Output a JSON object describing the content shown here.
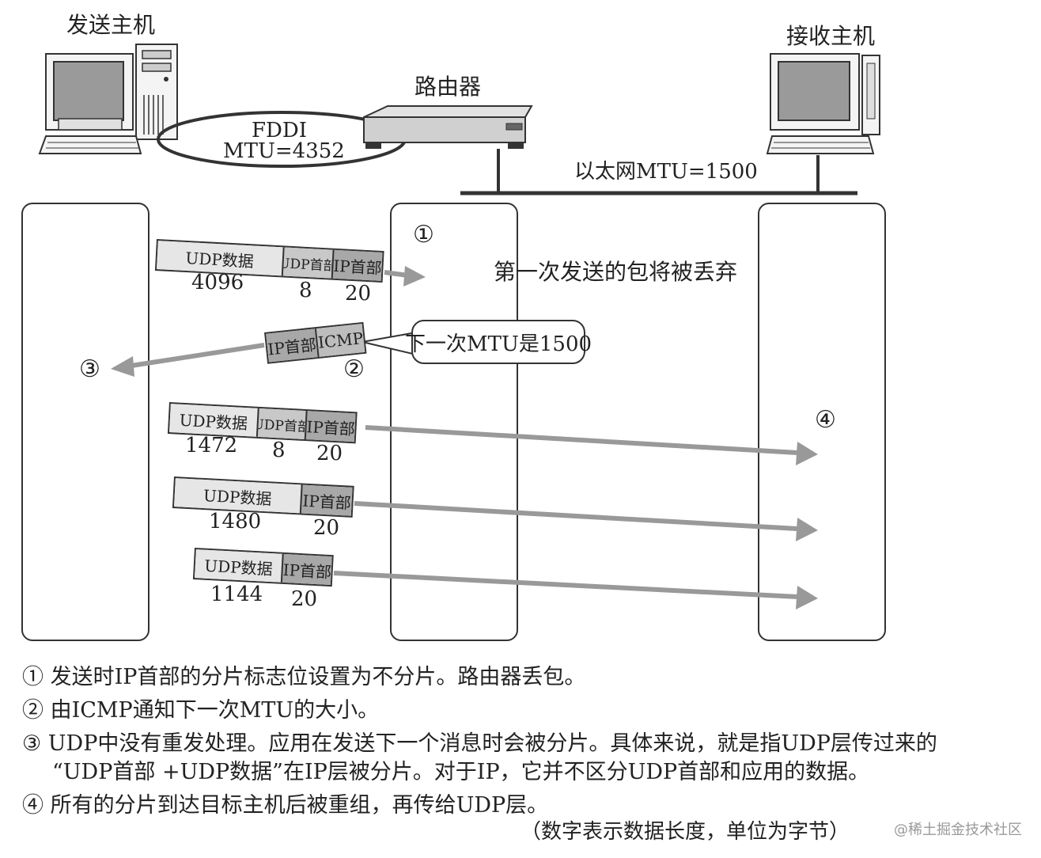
{
  "labels": {
    "sender": "发送主机",
    "receiver": "接收主机",
    "router": "路由器",
    "fddi": "FDDI",
    "fddi_mtu": "MTU=4352",
    "ethernet": "以太网MTU=1500",
    "discard": "第一次发送的包将被丢弃",
    "bubble": "下一次MTU是1500",
    "step1": "①",
    "step2": "②",
    "step3": "③",
    "step4": "④"
  },
  "packets": {
    "p1": {
      "data": "UDP数据",
      "udp": "UDP首部",
      "ip": "IP首部",
      "n_data": "4096",
      "n_udp": "8",
      "n_ip": "20"
    },
    "icmp": {
      "ip": "IP首部",
      "icmp": "ICMP"
    },
    "p2": {
      "data": "UDP数据",
      "udp": "UDP首部",
      "ip": "IP首部",
      "n_data": "1472",
      "n_udp": "8",
      "n_ip": "20"
    },
    "p3": {
      "data": "UDP数据",
      "ip": "IP首部",
      "n_data": "1480",
      "n_ip": "20"
    },
    "p4": {
      "data": "UDP数据",
      "ip": "IP首部",
      "n_data": "1144",
      "n_ip": "20"
    }
  },
  "notes": [
    "① 发送时IP首部的分片标志位设置为不分片。路由器丢包。",
    "② 由ICMP通知下一次MTU的大小。",
    "③ UDP中没有重发处理。应用在发送下一个消息时会被分片。具体来说，就是指UDP层传过来的",
    "“UDP首部 +UDP数据”在IP层被分片。对于IP，它并不区分UDP首部和应用的数据。",
    "④ 所有的分片到达目标主机后被重组，再传给UDP层。"
  ],
  "footnote": "（数字表示数据长度，单位为字节）",
  "watermark": "@稀土掘金技术社区"
}
